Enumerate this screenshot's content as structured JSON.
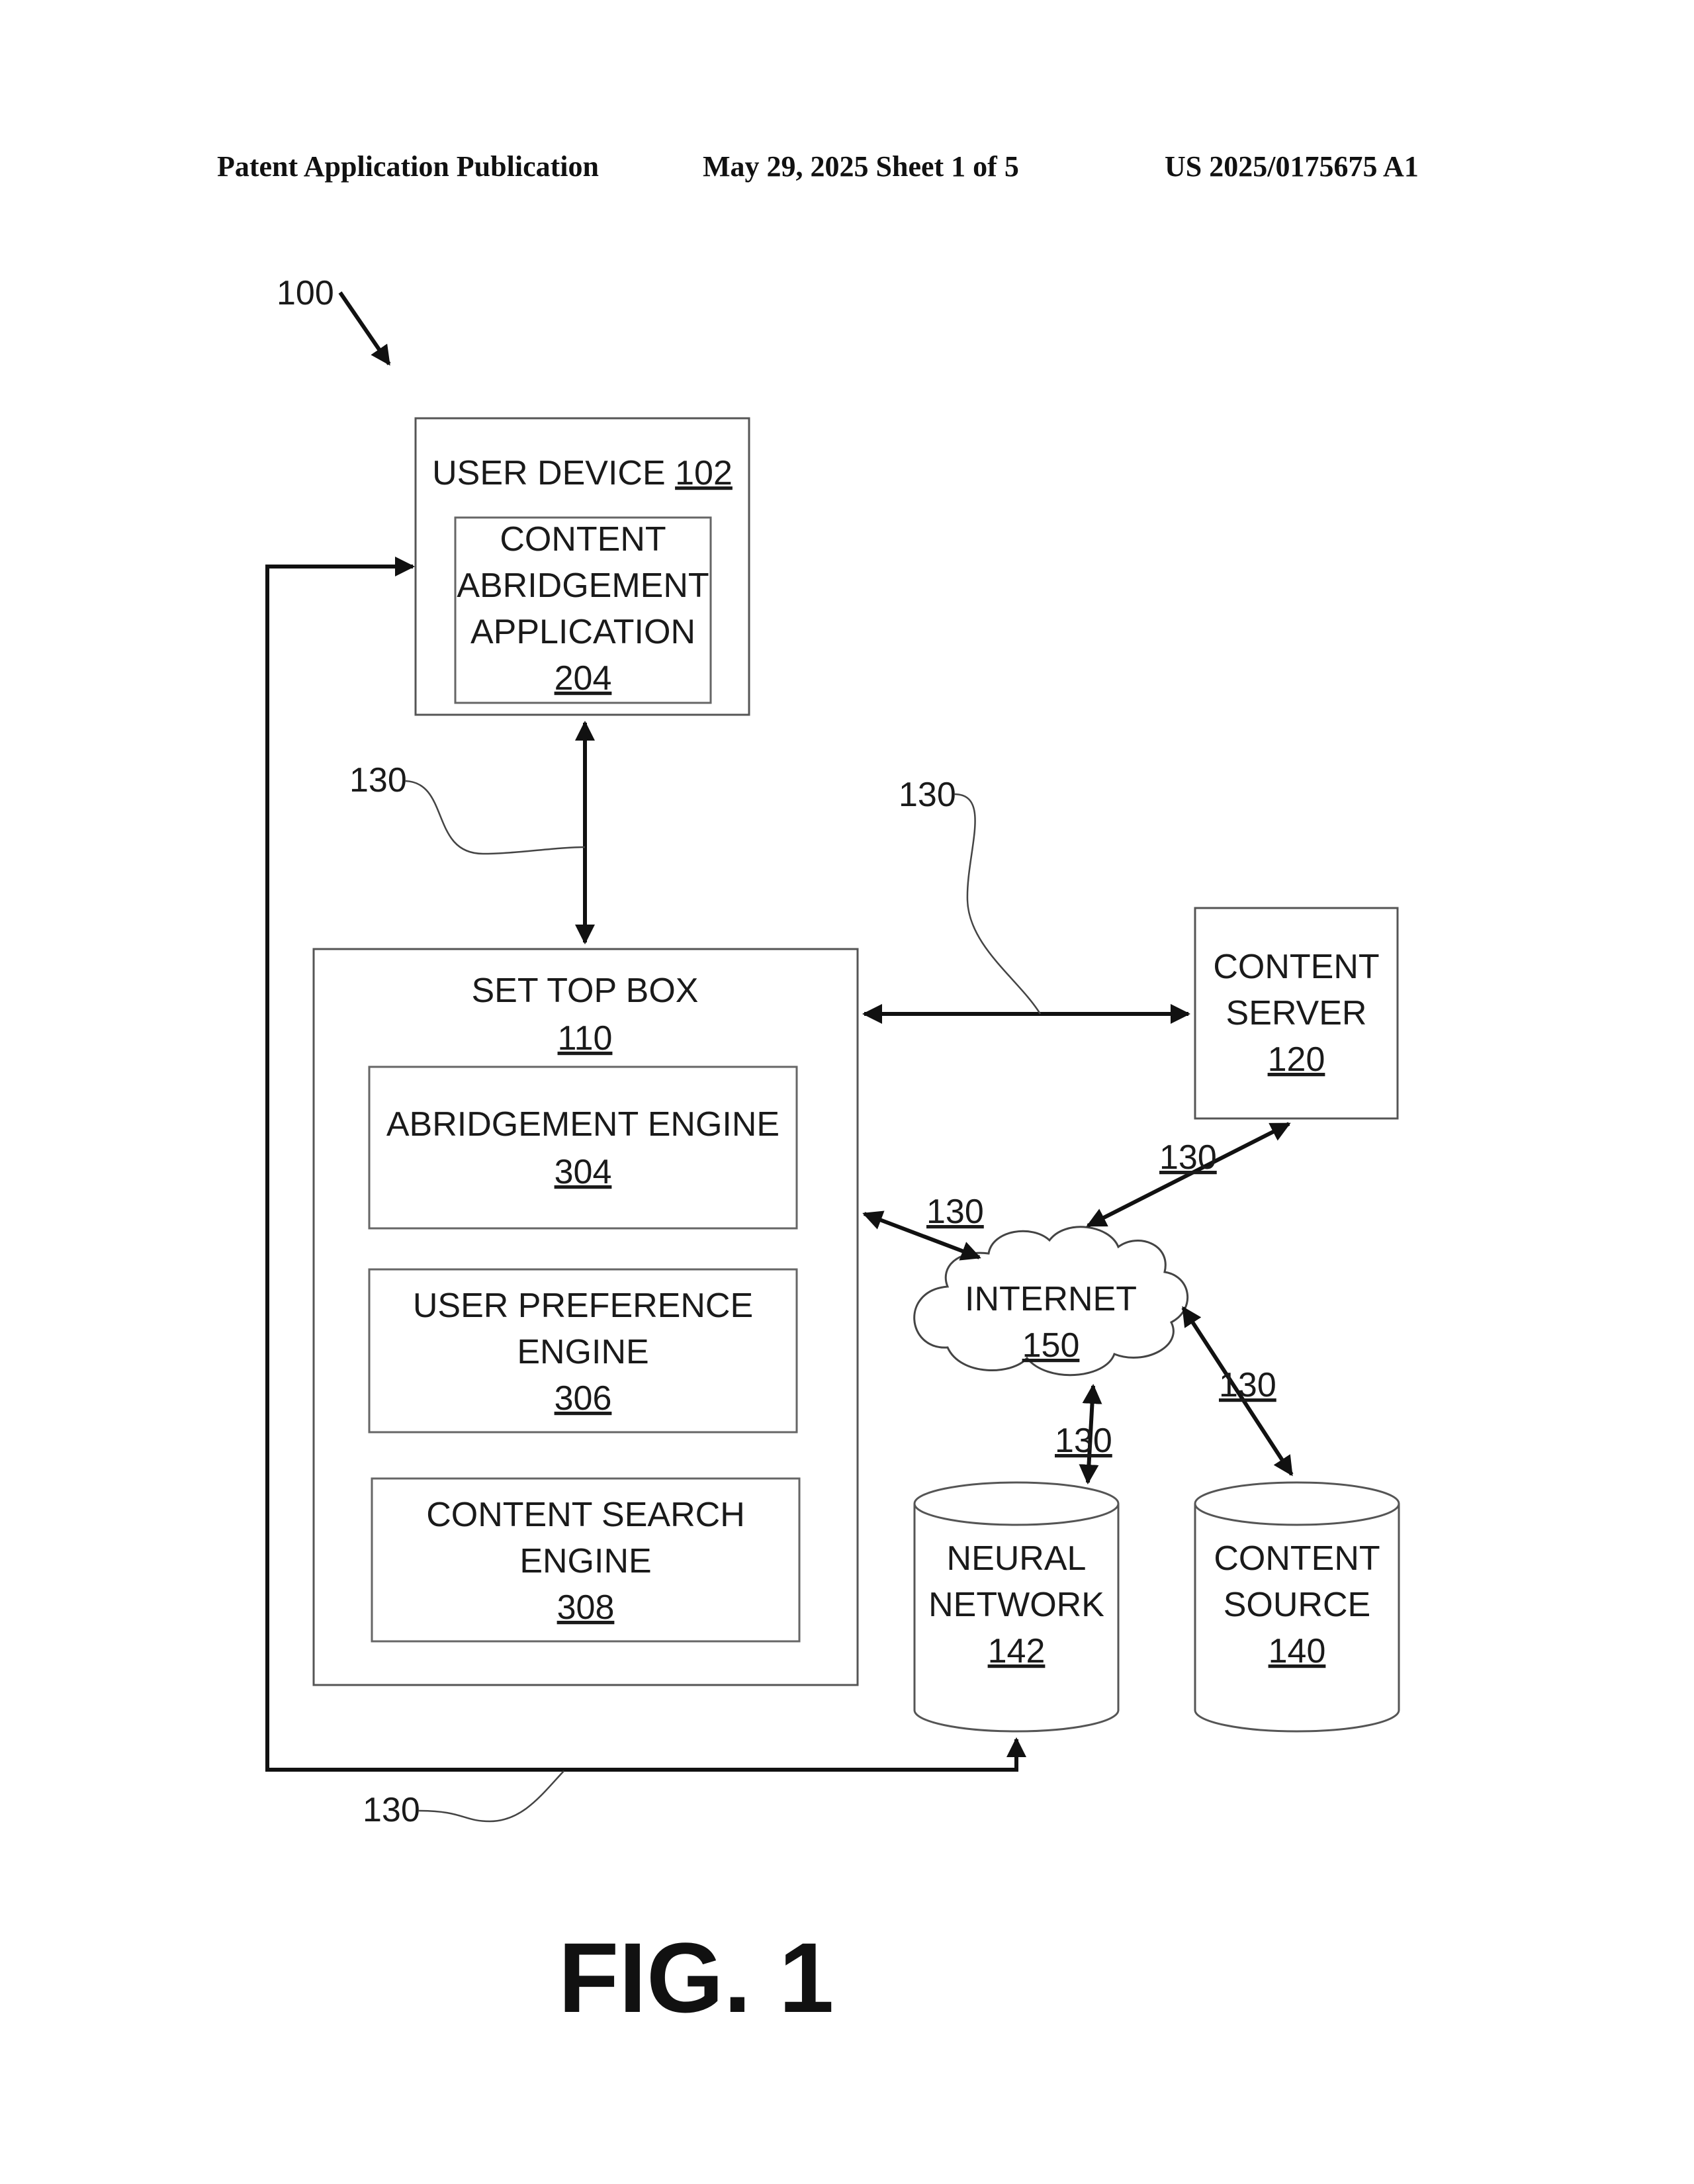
{
  "header": {
    "left": "Patent Application Publication",
    "middle": "May 29, 2025  Sheet 1 of 5",
    "right": "US 2025/0175675 A1"
  },
  "figure_ref": "100",
  "nodes": {
    "user_device": {
      "label": "USER DEVICE",
      "ref": "102"
    },
    "content_abridgement_app": {
      "lines": [
        "CONTENT",
        "ABRIDGEMENT",
        "APPLICATION"
      ],
      "ref": "204"
    },
    "set_top_box": {
      "label": "SET TOP BOX",
      "ref": "110"
    },
    "abridgement_engine": {
      "label": "ABRIDGEMENT ENGINE",
      "ref": "304"
    },
    "user_preference_engine": {
      "lines": [
        "USER PREFERENCE",
        "ENGINE"
      ],
      "ref": "306"
    },
    "content_search_engine": {
      "lines": [
        "CONTENT SEARCH",
        "ENGINE"
      ],
      "ref": "308"
    },
    "content_server": {
      "lines": [
        "CONTENT",
        "SERVER"
      ],
      "ref": "120"
    },
    "internet": {
      "label": "INTERNET",
      "ref": "150"
    },
    "neural_network": {
      "lines": [
        "NEURAL",
        "NETWORK"
      ],
      "ref": "142"
    },
    "content_source": {
      "lines": [
        "CONTENT",
        "SOURCE"
      ],
      "ref": "140"
    }
  },
  "link_ref": "130",
  "caption": "FIG. 1"
}
